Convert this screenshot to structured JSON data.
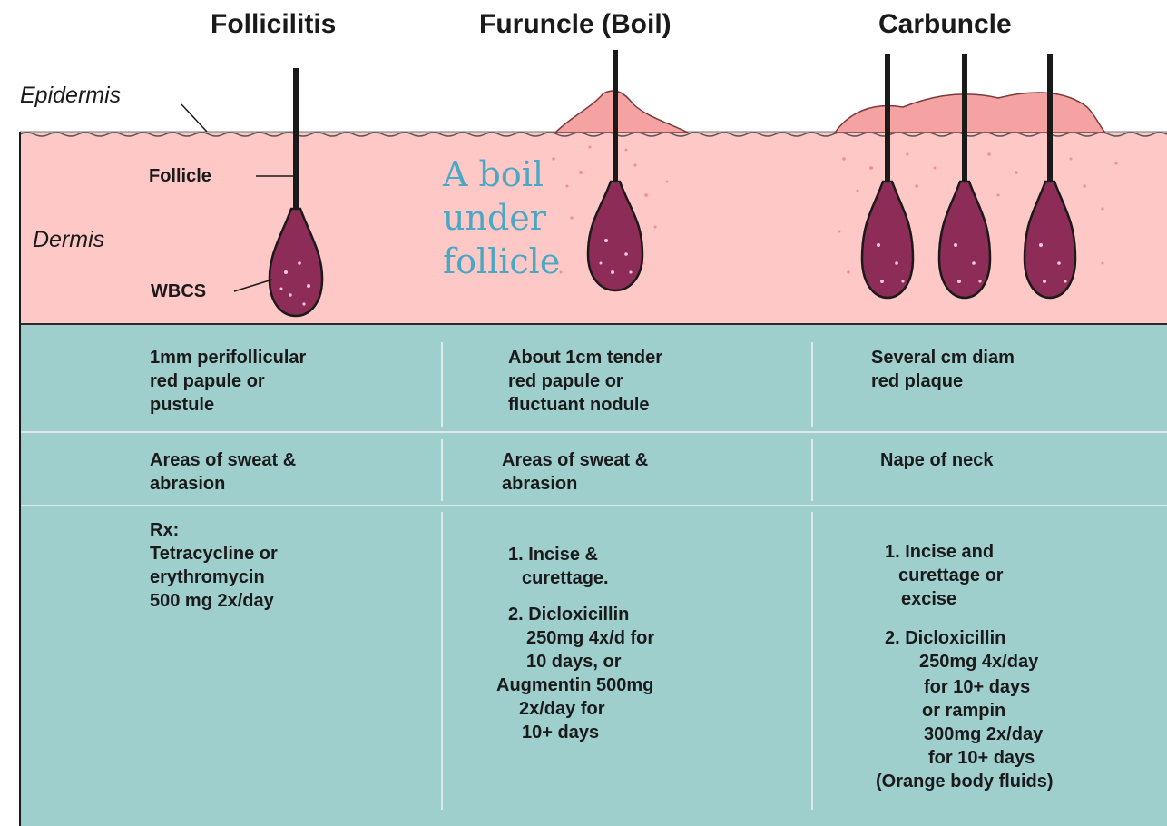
{
  "headers": [
    "Follicilitis",
    "Furuncle (Boil)",
    "Carbuncle"
  ],
  "labels": {
    "epidermis": "Epidermis",
    "dermis": "Dermis",
    "follicle": "Follicle",
    "wbcs": "WBCS"
  },
  "annotation": [
    "A boil",
    "under",
    "follicle"
  ],
  "table": {
    "row1": [
      [
        "1mm perifollicular",
        "red papule or",
        "pustule"
      ],
      [
        "About 1cm tender",
        "red papule or",
        "fluctuant nodule"
      ],
      [
        "Several cm diam",
        "red plaque"
      ]
    ],
    "row2": [
      [
        "Areas of sweat &",
        "abrasion"
      ],
      [
        "Areas of sweat &",
        "abrasion"
      ],
      [
        "Nape of neck"
      ]
    ],
    "row3": [
      [
        "Rx:",
        "Tetracycline or",
        "erythromycin",
        "500 mg 2x/day"
      ],
      [
        "1. Incise &",
        "curettage.",
        "2. Dicloxicillin",
        "250mg 4x/d for",
        "10 days, or",
        "Augmentin 500mg",
        "2x/day for",
        "10+ days"
      ],
      [
        "1. Incise and",
        "curettage or",
        "excise",
        "2. Dicloxicillin",
        "250mg 4x/day",
        "for 10+ days",
        "or rampin",
        "300mg 2x/day",
        "for 10+ days",
        "(Orange body fluids)"
      ]
    ]
  },
  "colors": {
    "skin": "#fdc8c6",
    "bump": "#f4a3a2",
    "follicle": "#8c2c57",
    "table": "#9ecfcc",
    "annotation": "#4aa8c4"
  }
}
